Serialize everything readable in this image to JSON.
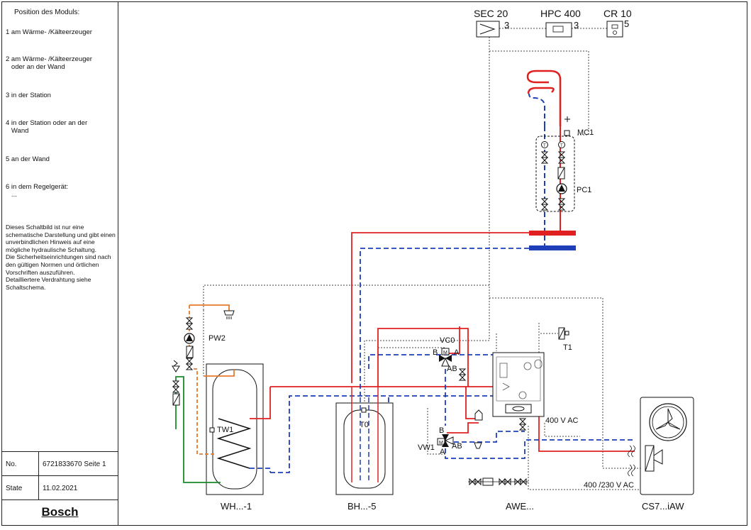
{
  "legend": {
    "title": "Position des Moduls:",
    "items": [
      "1 am Wärme- /Kälteerzeuger",
      "2 am Wärme- /Kälteerzeuger\n   oder an der Wand",
      "3 in der Station",
      "4 in der Station oder an der\n   Wand",
      "5 an der Wand",
      "6 in dem Regelgerät:\n   ..."
    ],
    "note": "Dieses Schaltbild ist nur eine schematische Darstellung und gibt einen unverbindlichen Hinweis auf eine mögliche hydraulische Schaltung.\nDie Sicherheitseinrichtungen sind nach den gültigen Normen und örtlichen Vorschriften auszuführen.\nDetailliertere Verdrahtung siehe Schaltschema."
  },
  "meta": {
    "no_label": "No.",
    "no_value": "6721833670 Seite 1",
    "state_label": "State",
    "state_value": "11.02.2021",
    "brand": "Bosch"
  },
  "diagram": {
    "controllers": [
      {
        "name": "SEC 20",
        "position": "3"
      },
      {
        "name": "HPC 400",
        "position": "3"
      },
      {
        "name": "CR 10",
        "position": "5"
      }
    ],
    "labels": {
      "mc1": "MC1",
      "pc1": "PC1",
      "pw2": "PW2",
      "tw1": "TW1",
      "t0": "T0",
      "t1": "T1",
      "vc0": "VC0",
      "vw1": "VW1",
      "valve_b": "B",
      "valve_a": "A",
      "valve_ab": "AB",
      "valve_m": "M",
      "temp_t": "T",
      "volt_400": "400 V AC",
      "volt_400_230": "400 /230 V AC"
    },
    "components": [
      {
        "name": "WH...-1"
      },
      {
        "name": "BH...-5"
      },
      {
        "name": "AWE..."
      },
      {
        "name": "CS7...iAW"
      }
    ],
    "colors": {
      "supply": "#e02020",
      "return": "#1f3fb8",
      "dhw": "#e87a2a",
      "cold_water": "#1a8a2a",
      "control": "#444444"
    }
  }
}
